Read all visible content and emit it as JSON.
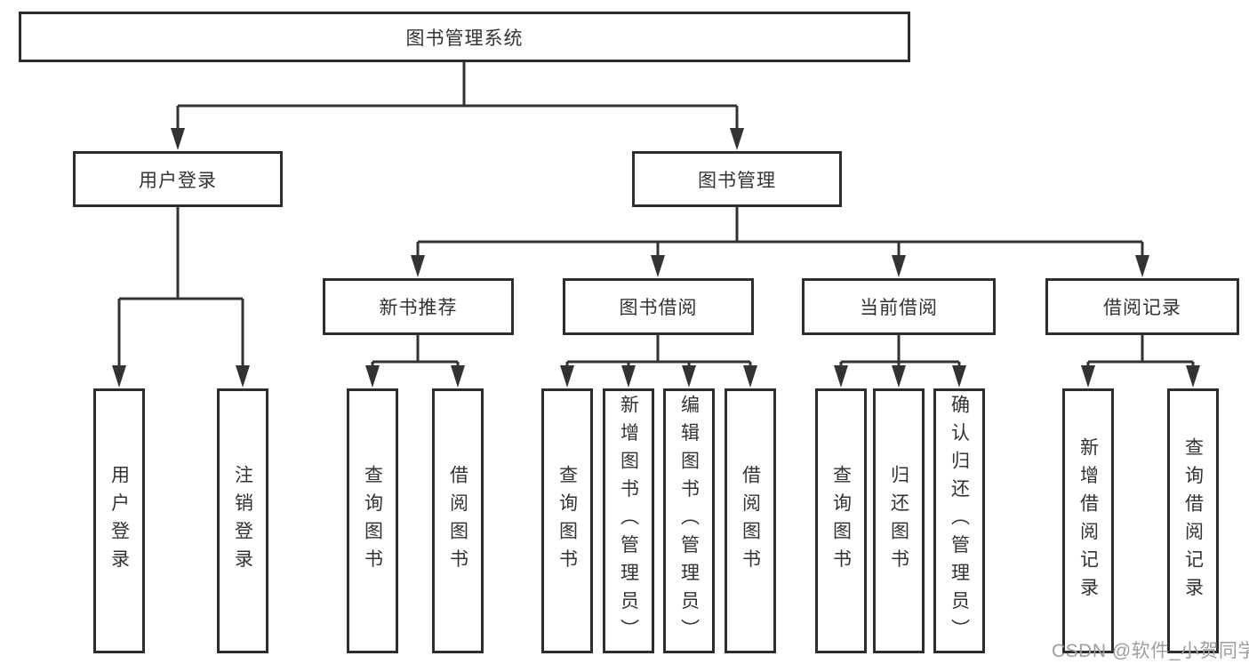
{
  "tree": {
    "root": {
      "label": "图书管理系统",
      "children": [
        {
          "label": "用户登录",
          "children": [
            {
              "label": "用户登录"
            },
            {
              "label": "注销登录"
            }
          ]
        },
        {
          "label": "图书管理",
          "children": [
            {
              "label": "新书推荐",
              "children": [
                {
                  "label": "查询图书"
                },
                {
                  "label": "借阅图书"
                }
              ]
            },
            {
              "label": "图书借阅",
              "children": [
                {
                  "label": "查询图书"
                },
                {
                  "label": "新增图书（管理员）"
                },
                {
                  "label": "编辑图书（管理员）"
                },
                {
                  "label": "借阅图书"
                }
              ]
            },
            {
              "label": "当前借阅",
              "children": [
                {
                  "label": "查询图书"
                },
                {
                  "label": "归还图书"
                },
                {
                  "label": "确认归还（管理员）"
                }
              ]
            },
            {
              "label": "借阅记录",
              "children": [
                {
                  "label": "新增借阅记录"
                },
                {
                  "label": "查询借阅记录"
                }
              ]
            }
          ]
        }
      ]
    }
  },
  "watermark": "CSDN @软件_小贺同学",
  "colors": {
    "line": "#333333",
    "box_border": "#2d2d2d",
    "text": "#333333",
    "watermark": "#9e9e9e",
    "background": "#ffffff"
  }
}
